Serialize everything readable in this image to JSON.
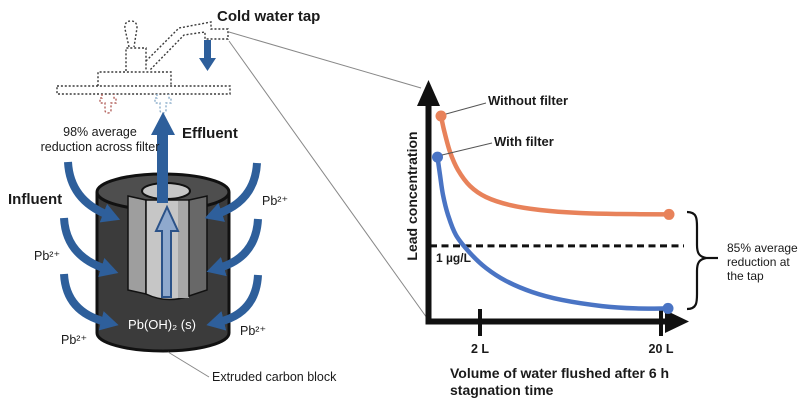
{
  "diagram": {
    "cold_water_tap_label": "Cold water tap",
    "reduction_note": "98% average\nreduction across filter",
    "effluent_label": "Effluent",
    "influent_label": "Influent",
    "pb_ion": "Pb²⁺",
    "precipitate_label": "Pb(OH)₂ (s)",
    "carbon_block_label": "Extruded carbon block"
  },
  "chart_data": {
    "type": "line",
    "title": "",
    "xlabel": "Volume of water flushed after 6 h\nstagnation time",
    "ylabel": "Lead concentration",
    "x_ticks": [
      {
        "label": "2 L",
        "pos": 0.2
      },
      {
        "label": "20 L",
        "pos": 0.924
      }
    ],
    "threshold": {
      "label": "1 µg/L",
      "y_frac": 0.328
    },
    "axis_note": "axes unscaled (schematic); y increases upward from origin arrow axes",
    "series": [
      {
        "name": "Without filter",
        "color": "#E8825A",
        "points": [
          [
            0.044,
            0.881
          ],
          [
            0.056,
            0.821
          ],
          [
            0.08,
            0.728
          ],
          [
            0.112,
            0.651
          ],
          [
            0.16,
            0.583
          ],
          [
            0.224,
            0.536
          ],
          [
            0.32,
            0.502
          ],
          [
            0.44,
            0.481
          ],
          [
            0.6,
            0.468
          ],
          [
            0.76,
            0.464
          ],
          [
            0.956,
            0.462
          ]
        ]
      },
      {
        "name": "With filter",
        "color": "#4A74C4",
        "points": [
          [
            0.03,
            0.706
          ],
          [
            0.04,
            0.63
          ],
          [
            0.052,
            0.545
          ],
          [
            0.072,
            0.46
          ],
          [
            0.104,
            0.374
          ],
          [
            0.16,
            0.298
          ],
          [
            0.224,
            0.234
          ],
          [
            0.304,
            0.179
          ],
          [
            0.408,
            0.132
          ],
          [
            0.528,
            0.098
          ],
          [
            0.688,
            0.072
          ],
          [
            0.824,
            0.062
          ],
          [
            0.952,
            0.062
          ]
        ]
      }
    ],
    "annotation": {
      "label": "85% average\nreduction at\nthe tap"
    }
  },
  "colors": {
    "arrow_blue": "#2E5F9B",
    "curve_orange": "#E8825A",
    "curve_blue": "#4A74C4",
    "axis_black": "#111111",
    "cylinder_dark": "#3B3B3B",
    "cylinder_top": "#4E4E4E",
    "core_light": "#C6C6C6",
    "valve_hot_red": "#B4645F",
    "valve_cold_blue": "#8FB0CC"
  }
}
